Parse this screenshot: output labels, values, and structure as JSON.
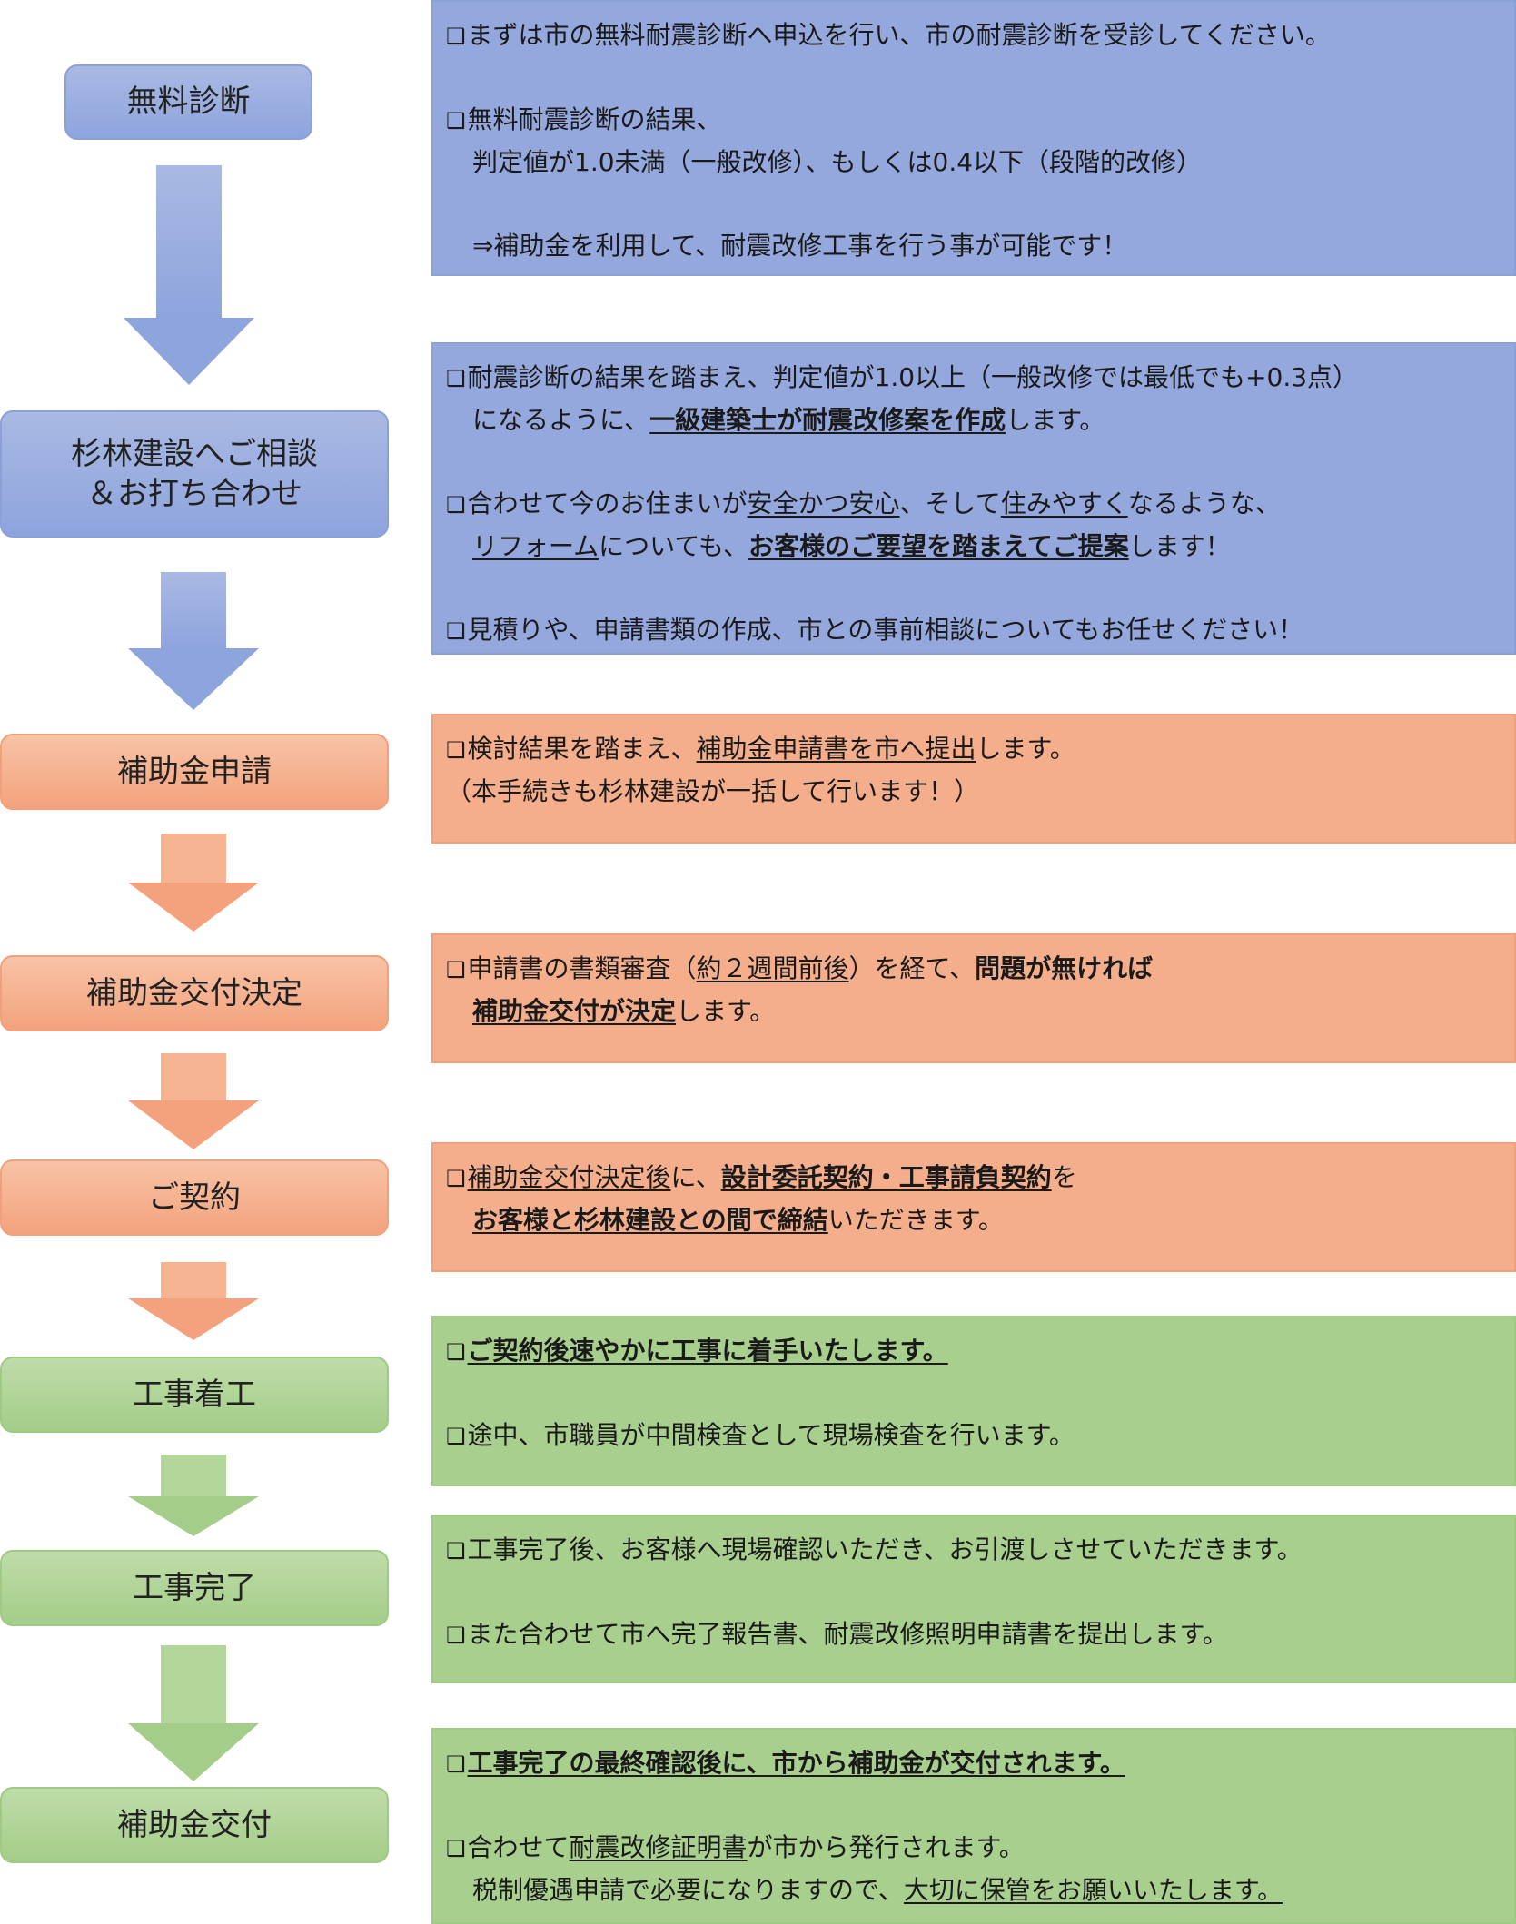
{
  "steps": [
    {
      "label": "無料診断"
    },
    {
      "label": "杉林建設へご相談\n＆お打ち合わせ"
    },
    {
      "label": "補助金申請"
    },
    {
      "label": "補助金交付決定"
    },
    {
      "label": "ご契約"
    },
    {
      "label": "工事着工"
    },
    {
      "label": "工事完了"
    },
    {
      "label": "補助金交付"
    }
  ],
  "checkbox_glyph": "❑",
  "panels": [
    {
      "lines": [
        {
          "text": "まずは市の無料耐震診断へ申込を行い、市の耐震診断を受診してください。"
        },
        {
          "text": "無料耐震診断の結果、"
        },
        {
          "text": "判定値が1.0未満（一般改修）、もしくは0.4以下（段階的改修）"
        },
        {
          "text": "⇒補助金を利用して、耐震改修工事を行う事が可能です！"
        }
      ]
    },
    {
      "lines": [
        {
          "text": "耐震診断の結果を踏まえ、判定値が1.0以上（一般改修では最低でも+0.3点）"
        },
        {
          "a": "になるように、",
          "b": "一級建築士が耐震改修案を作成",
          "c": "します。"
        },
        {
          "a": "合わせて今のお住まいが",
          "b": "安全かつ安心",
          "c": "、そして",
          "d": "住みやすく",
          "e": "なるような、"
        },
        {
          "a": "リフォーム",
          "b": "についても、",
          "c": "お客様のご要望を踏まえてご提案",
          "d": "します！"
        },
        {
          "text": "見積りや、申請書類の作成、市との事前相談についてもお任せください！"
        }
      ]
    },
    {
      "lines": [
        {
          "a": "検討結果を踏まえ、",
          "b": "補助金申請書を市へ提出",
          "c": "します。"
        },
        {
          "text": "（本手続きも杉林建設が一括して行います！）"
        }
      ]
    },
    {
      "lines": [
        {
          "a": "申請書の書類審査（",
          "b": "約２週間前後",
          "c": "）を経て、",
          "d": "問題が無ければ"
        },
        {
          "a": "補助金交付が決定",
          "b": "します。"
        }
      ]
    },
    {
      "lines": [
        {
          "a": "補助金交付決定後",
          "b": "に、",
          "c": "設計委託契約・工事請負契約",
          "d": "を"
        },
        {
          "a": "お客様と杉林建設との間で締結",
          "b": "いただきます。"
        }
      ]
    },
    {
      "lines": [
        {
          "text": "ご契約後速やかに工事に着手いたします。"
        },
        {
          "text": "途中、市職員が中間検査として現場検査を行います。"
        }
      ]
    },
    {
      "lines": [
        {
          "text": "工事完了後、お客様へ現場確認いただき、お引渡しさせていただきます。"
        },
        {
          "text": "また合わせて市へ完了報告書、耐震改修照明申請書を提出します。"
        }
      ]
    },
    {
      "lines": [
        {
          "text": "工事完了の最終確認後に、市から補助金が交付されます。"
        },
        {
          "a": "合わせて",
          "b": "耐震改修証明書",
          "c": "が市から発行されます。"
        },
        {
          "a": "税制優遇申請で必要になりますので、",
          "b": "大切に保管をお願いいたします。"
        }
      ]
    }
  ],
  "colors": {
    "blue": "#8ea4dd",
    "orange": "#f3a27d",
    "green": "#a4cd89"
  }
}
